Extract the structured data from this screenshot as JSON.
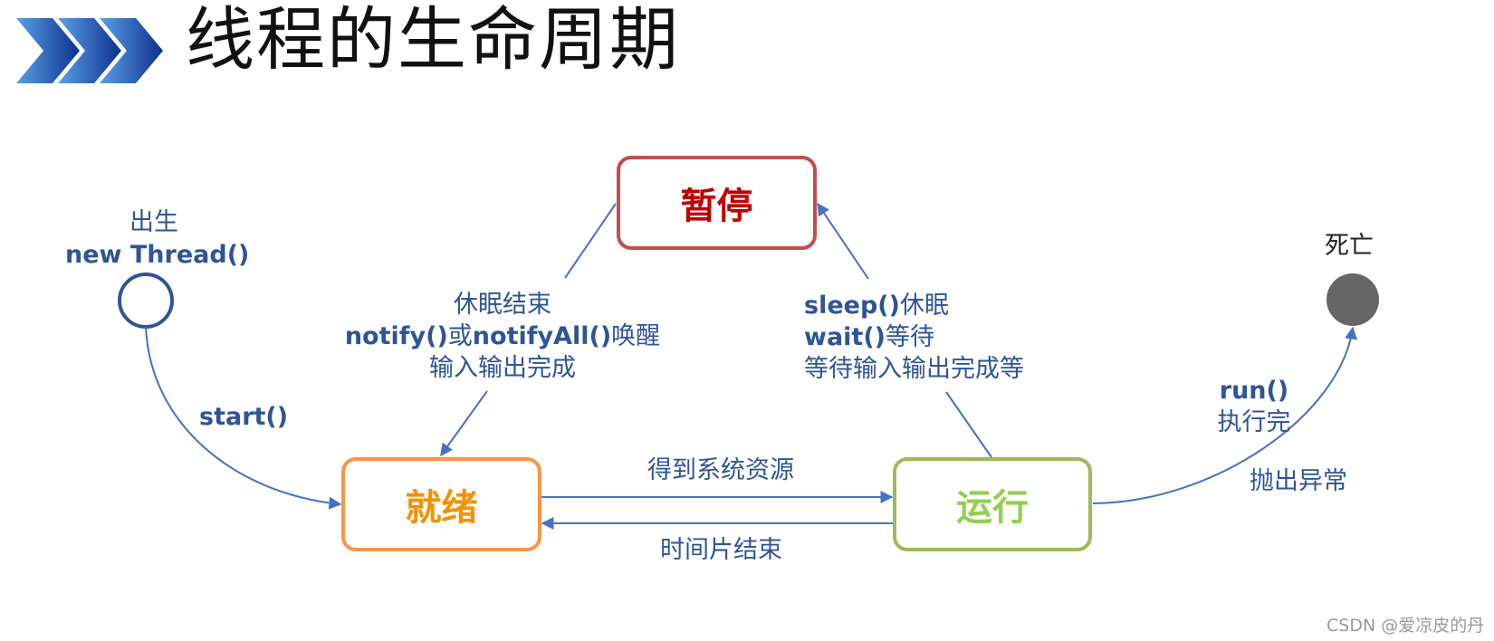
{
  "title": "线程的生命周期",
  "states": {
    "pause": "暂停",
    "ready": "就绪",
    "run": "运行",
    "born": "出生",
    "born_code": "new Thread()",
    "dead": "死亡"
  },
  "edges": {
    "start": "start()",
    "wake_1": "休眠结束",
    "wake_2a": "notify()",
    "wake_2b": "或",
    "wake_2c": "notifyAll()",
    "wake_2d": "唤醒",
    "wake_3": "输入输出完成",
    "sleep_1a": "sleep()",
    "sleep_1b": "休眠",
    "sleep_2a": "wait()",
    "sleep_2b": "等待",
    "sleep_3": "等待输入输出完成等",
    "get_res": "得到系统资源",
    "slice_end": "时间片结束",
    "run_code": "run()",
    "run_done": "执行完",
    "exception": "抛出异常"
  },
  "watermark": "CSDN @爱凉皮的丹",
  "colors": {
    "arrow": "#4472c4",
    "label": "#2f5597",
    "pause": "#c0504d",
    "ready": "#f79646",
    "run": "#9bbb59",
    "dead_fill": "#666666",
    "born_stroke": "#2f5597"
  }
}
